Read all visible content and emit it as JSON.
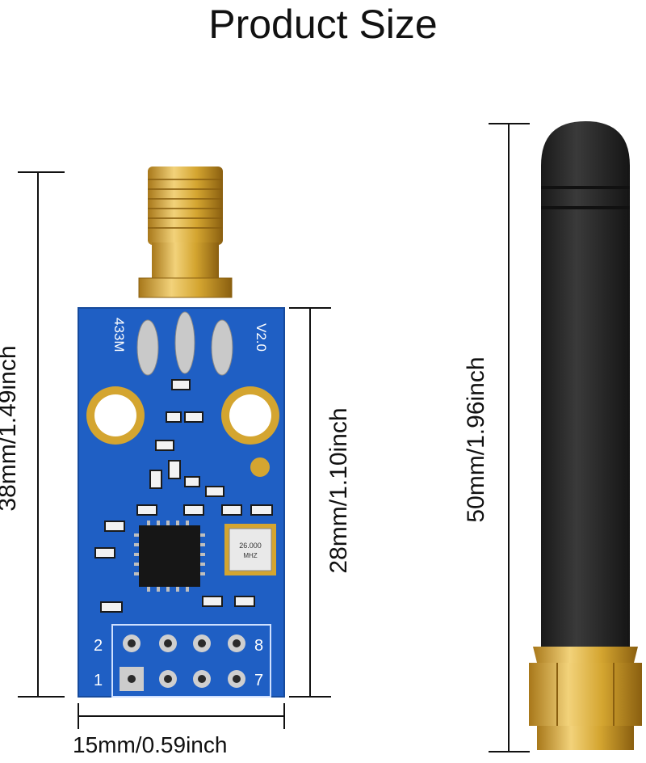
{
  "title": "Product Size",
  "dimensions": {
    "module_height": "38mm/1.49inch",
    "board_height": "28mm/1.10inch",
    "module_width": "15mm/0.59inch",
    "antenna_height": "50mm/1.96inch"
  },
  "board": {
    "frequency_label": "433M",
    "version_label": "V2.0",
    "crystal_label_line1": "26.000",
    "crystal_label_line2": "MHZ",
    "pin_labels": {
      "top_left": "2",
      "top_right": "8",
      "bottom_left": "1",
      "bottom_right": "7"
    }
  },
  "colors": {
    "pcb": "#1f5fc4",
    "gold": "#d4a530",
    "antenna": "#2b2b2b"
  }
}
